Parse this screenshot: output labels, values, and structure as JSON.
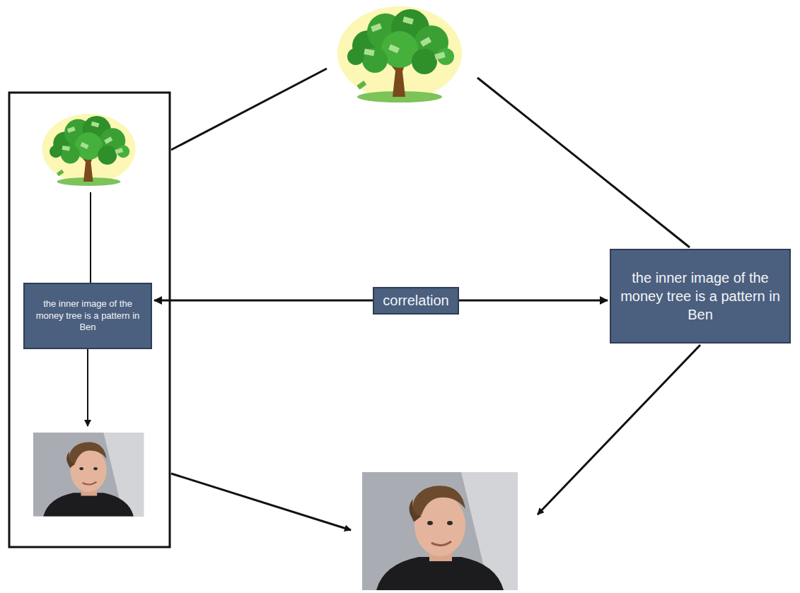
{
  "diagram": {
    "nodes": [
      {
        "text": [
          "the inner image of the money tree is a pattern in Ben"
        ]
      },
      {
        "text": [
          "the inner image of the money tree is a pattern in Ben"
        ]
      }
    ],
    "edges": [
      {
        "from": 0,
        "to": 1,
        "label": "correlation",
        "arrow": "both"
      }
    ]
  }
}
